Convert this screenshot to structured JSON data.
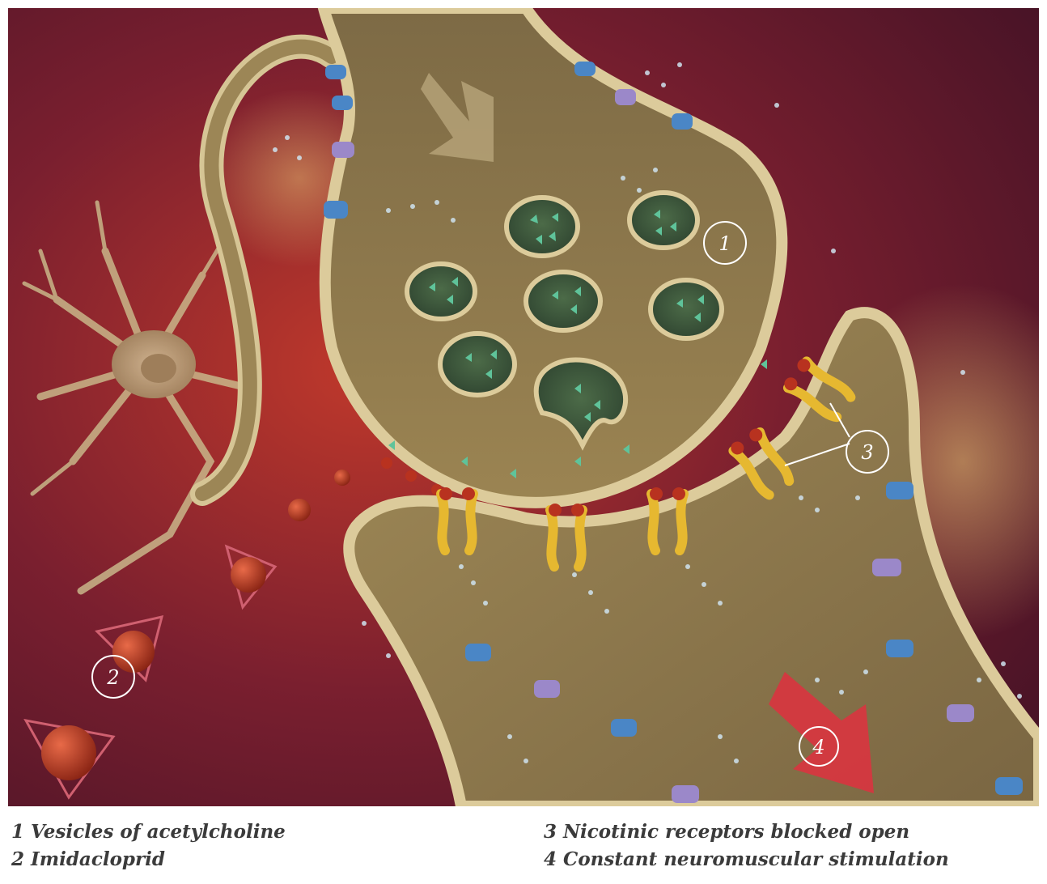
{
  "markers": [
    {
      "number": "1"
    },
    {
      "number": "2"
    },
    {
      "number": "3"
    },
    {
      "number": "4"
    }
  ],
  "legend": [
    {
      "text": "1 Vesicles of acetylcholine"
    },
    {
      "text": "2 Imidacloprid"
    },
    {
      "text": "3 Nicotinic receptors blocked open"
    },
    {
      "text": "4 Constant neuromuscular stimulation"
    }
  ],
  "colors": {
    "background_deep": "#4a1228",
    "background_warm": "#b02a22",
    "glow": "#e8b85a",
    "cell_body": "#8c7648",
    "membrane": "#d9c99a",
    "vesicle_fill": "#3f5a3a",
    "acetylcholine": "#5fc39a",
    "imidacloprid": "#b8321f",
    "receptor_blocked": "#e6b830",
    "channel_blue": "#4a86c6",
    "channel_purple": "#9b88c9",
    "arrow_red": "#d9343f"
  }
}
